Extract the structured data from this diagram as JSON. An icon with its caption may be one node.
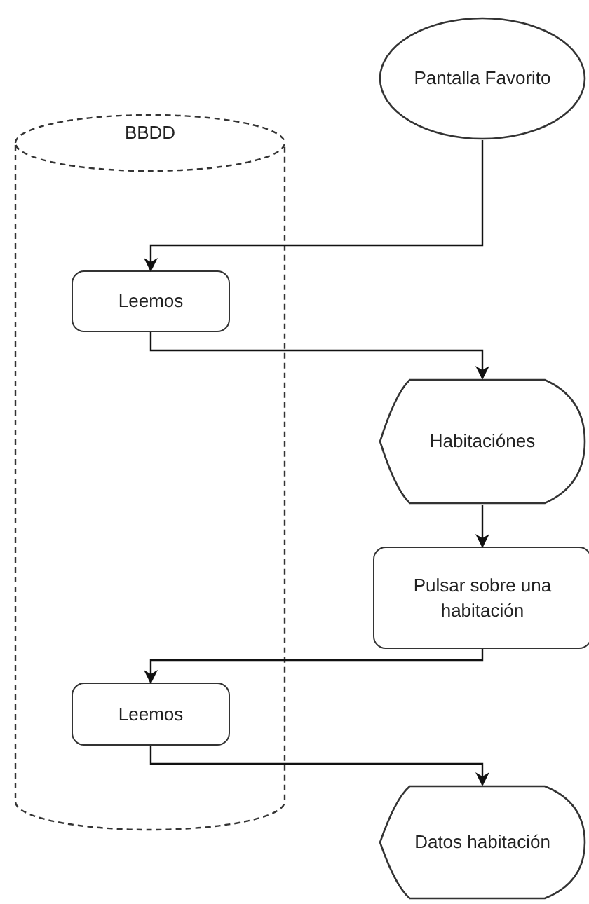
{
  "diagram": {
    "nodes": [
      {
        "text": [
          "Pantalla Favorito"
        ]
      },
      {
        "text": [
          "BBDD"
        ]
      },
      {
        "text": [
          "Leemos"
        ],
        "in": 1
      },
      {
        "text": [
          "Habitaciónes"
        ]
      },
      {
        "text": [
          "Pulsar sobre una habitación"
        ]
      },
      {
        "text": [
          "Leemos"
        ],
        "in": 1
      },
      {
        "text": [
          "Datos habitación"
        ]
      }
    ],
    "edges": [
      {
        "from": 0,
        "to": 2,
        "arrow": "to"
      },
      {
        "from": 2,
        "to": 3,
        "arrow": "to"
      },
      {
        "from": 3,
        "to": 4,
        "arrow": "to"
      },
      {
        "from": 4,
        "to": 5,
        "arrow": "to"
      },
      {
        "from": 5,
        "to": 6,
        "arrow": "to"
      }
    ]
  }
}
